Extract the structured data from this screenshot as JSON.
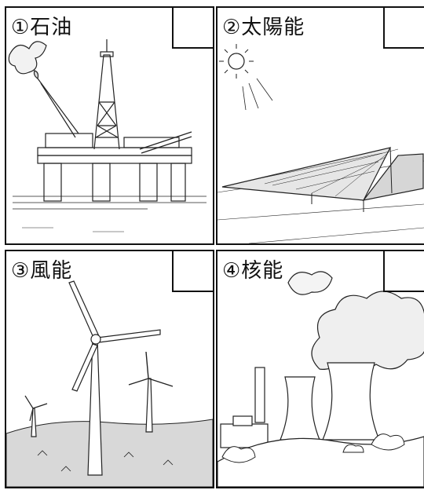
{
  "panels": [
    {
      "label": "①石油"
    },
    {
      "label": "②太陽能"
    },
    {
      "label": "③風能"
    },
    {
      "label": "④核能"
    }
  ],
  "colors": {
    "line": "#222222",
    "ground": "#d8d8d8",
    "sky": "#ffffff"
  }
}
